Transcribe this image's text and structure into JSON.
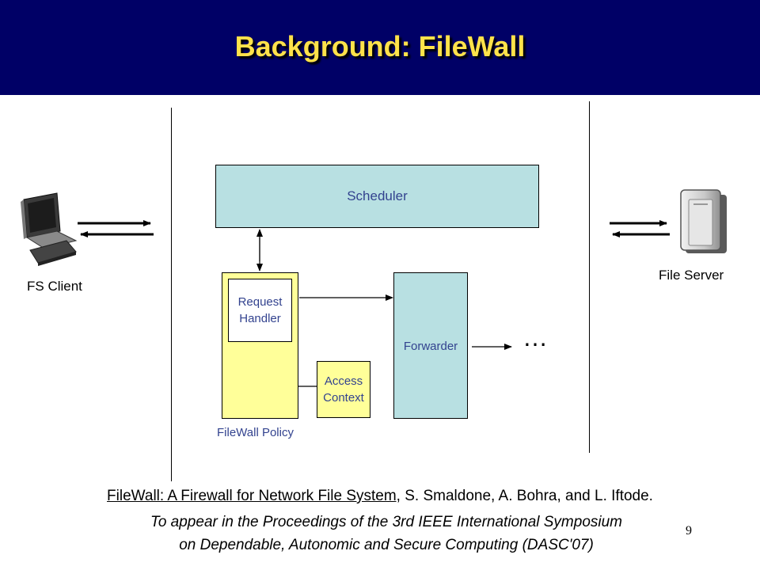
{
  "slide": {
    "title": "Background: FileWall",
    "page_number": "9"
  },
  "colors": {
    "header_bg": "#000066",
    "title_text": "#ffe24a",
    "scheduler_fill": "#b8e0e2",
    "policy_fill": "#ffff99",
    "box_text": "#33438f"
  },
  "diagram": {
    "client_label": "FS Client",
    "server_label": "File Server",
    "scheduler_label": "Scheduler",
    "request_handler_label": "Request Handler",
    "access_context_label": "Access Context",
    "forwarder_label": "Forwarder",
    "policy_label": "FileWall Policy",
    "ellipsis": "…",
    "client_icon": "desktop-computer-icon",
    "server_icon": "server-tower-icon"
  },
  "citation": {
    "title_text": "FileWall: A Firewall for Network File System,",
    "authors": " S. Smaldone, A. Bohra, and L. Iftode.",
    "venue_line1": "To appear in the Proceedings of the 3rd IEEE International Symposium",
    "venue_line2": "on Dependable, Autonomic and Secure Computing (DASC'07)"
  }
}
